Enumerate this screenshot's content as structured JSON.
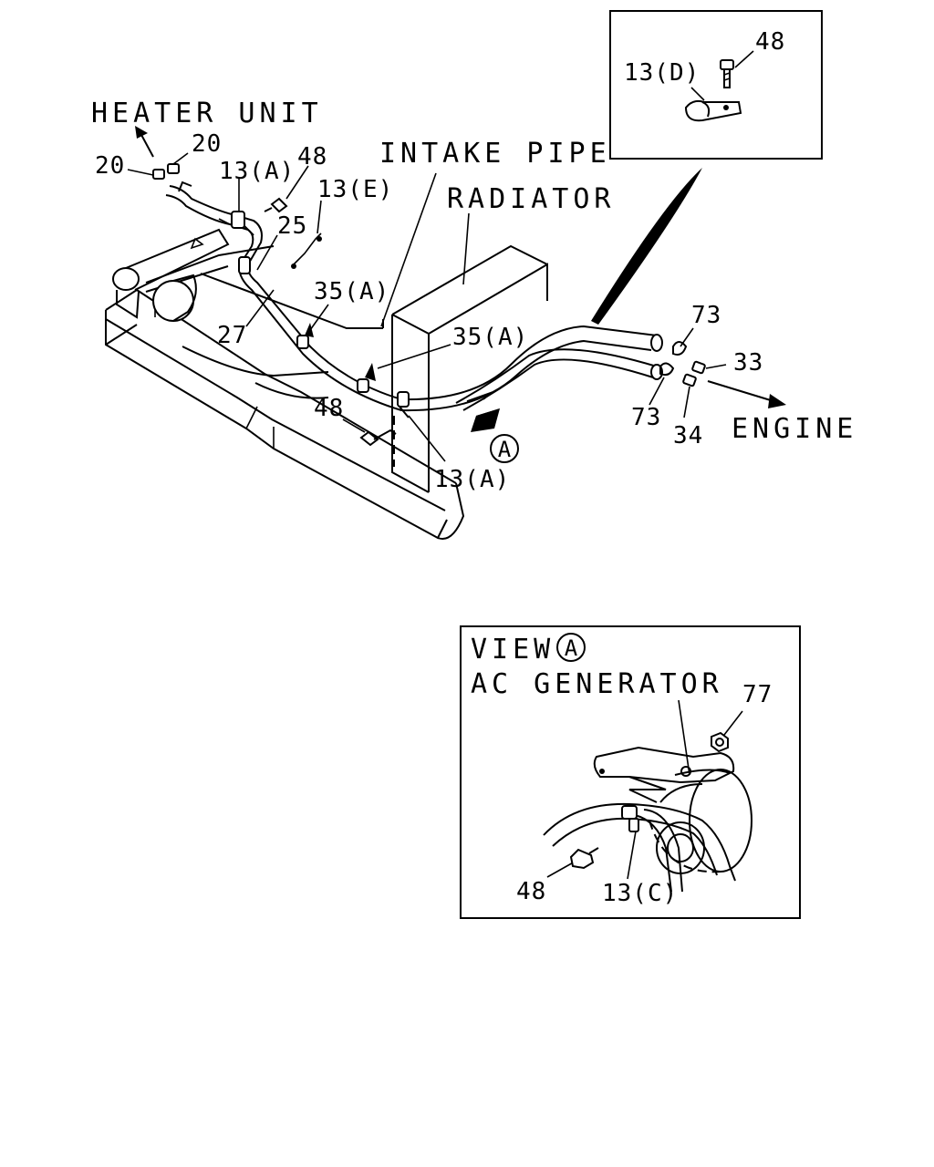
{
  "main_labels": {
    "heater_unit": "HEATER UNIT",
    "intake_pipe": "INTAKE PIPE",
    "radiator": "RADIATOR",
    "engine": "ENGINE",
    "view_marker": "A"
  },
  "callouts": {
    "c20_left": "20",
    "c20_right": "20",
    "c13a_top": "13(A)",
    "c48_top": "48",
    "c13e": "13(E)",
    "c25": "25",
    "c27": "27",
    "c35a_upper": "35(A)",
    "c35a_lower": "35(A)",
    "c48_mid": "48",
    "c13a_bottom": "13(A)",
    "c73_upper": "73",
    "c73_lower": "73",
    "c33": "33",
    "c34": "34"
  },
  "detail_inset": {
    "c48": "48",
    "c13d": "13(D)"
  },
  "view_inset": {
    "title": "VIEW",
    "marker": "A",
    "subtitle": "AC GENERATOR",
    "c77": "77",
    "c48": "48",
    "c13c": "13(C)"
  }
}
